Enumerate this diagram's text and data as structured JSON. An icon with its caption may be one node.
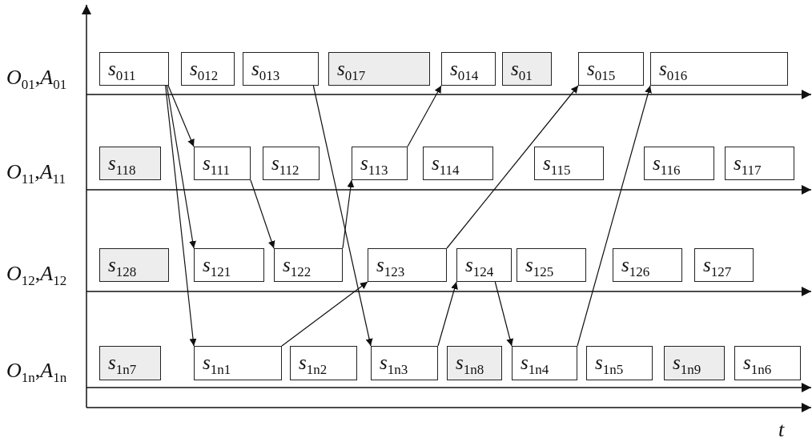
{
  "diagram": {
    "nodes": [
      {
        "text": [
          "*s*$_{011}$"
        ]
      },
      {
        "text": [
          "*s*$_{012}$"
        ]
      },
      {
        "text": [
          "*s*$_{013}$"
        ]
      },
      {
        "text": [
          "*s*$_{017}$"
        ]
      },
      {
        "text": [
          "*s*$_{014}$"
        ]
      },
      {
        "text": [
          "*s*$_{01}$"
        ]
      },
      {
        "text": [
          "*s*$_{015}$"
        ]
      },
      {
        "text": [
          "*s*$_{016}$"
        ]
      },
      {
        "text": [
          "*s*$_{118}$"
        ]
      },
      {
        "text": [
          "*s*$_{111}$"
        ]
      },
      {
        "text": [
          "*s*$_{112}$"
        ]
      },
      {
        "text": [
          "*s*$_{113}$"
        ]
      },
      {
        "text": [
          "*s*$_{114}$"
        ]
      },
      {
        "text": [
          "*s*$_{115}$"
        ]
      },
      {
        "text": [
          "*s*$_{116}$"
        ]
      },
      {
        "text": [
          "*s*$_{117}$"
        ]
      },
      {
        "text": [
          "*s*$_{128}$"
        ]
      },
      {
        "text": [
          "*s*$_{121}$"
        ]
      },
      {
        "text": [
          "*s*$_{122}$"
        ]
      },
      {
        "text": [
          "*s*$_{123}$"
        ]
      },
      {
        "text": [
          "*s*$_{124}$"
        ]
      },
      {
        "text": [
          "*s*$_{125}$"
        ]
      },
      {
        "text": [
          "*s*$_{126}$"
        ]
      },
      {
        "text": [
          "*s*$_{127}$"
        ]
      },
      {
        "text": [
          "*s*$_{1n7}$"
        ]
      },
      {
        "text": [
          "*s*$_{1n1}$"
        ]
      },
      {
        "text": [
          "*s*$_{1n2}$"
        ]
      },
      {
        "text": [
          "*s*$_{1n3}$"
        ]
      },
      {
        "text": [
          "*s*$_{1n8}$"
        ]
      },
      {
        "text": [
          "*s*$_{1n4}$"
        ]
      },
      {
        "text": [
          "*s*$_{1n5}$"
        ]
      },
      {
        "text": [
          "*s*$_{1n9}$"
        ]
      },
      {
        "text": [
          "*s*$_{1n6}$"
        ]
      }
    ],
    "edges": [
      {
        "from": 0,
        "to": 9,
        "arrow": "to"
      },
      {
        "from": 0,
        "to": 17,
        "arrow": "to"
      },
      {
        "from": 0,
        "to": 25,
        "arrow": "to"
      },
      {
        "from": 2,
        "to": 27,
        "arrow": "to"
      },
      {
        "from": 9,
        "to": 18,
        "arrow": "to"
      },
      {
        "from": 18,
        "to": 11,
        "arrow": "to"
      },
      {
        "from": 11,
        "to": 4,
        "arrow": "to"
      },
      {
        "from": 25,
        "to": 19,
        "arrow": "to"
      },
      {
        "from": 19,
        "to": 6,
        "arrow": "to"
      },
      {
        "from": 27,
        "to": 20,
        "arrow": "to"
      },
      {
        "from": 20,
        "to": 29,
        "arrow": "to"
      },
      {
        "from": 29,
        "to": 7,
        "arrow": "to"
      }
    ],
    "labels": [
      "*O*$_{01}$,*A*$_{01}$",
      "*O*$_{11}$,*A*$_{11}$",
      "*O*$_{12}$,*A*$_{12}$",
      "*O*$_{1n}$,*A*$_{1n}$",
      "*t*"
    ]
  }
}
